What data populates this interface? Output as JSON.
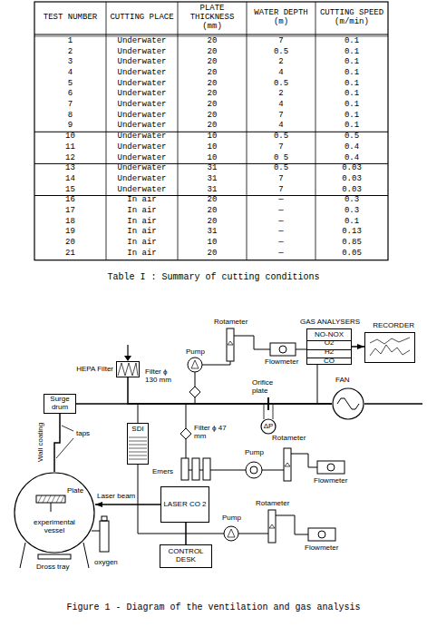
{
  "diagram": {
    "caption": "Figure 1 - Diagram of the ventilation and gas analysis",
    "nodes": [
      {
        "text": [
          "GAS ANALYSERS"
        ]
      },
      {
        "text": [
          "NO-NOX"
        ],
        "in": 0
      },
      {
        "text": [
          "O2"
        ],
        "in": 0
      },
      {
        "text": [
          "H2"
        ],
        "in": 0
      },
      {
        "text": [
          "CO"
        ],
        "in": 0
      },
      {
        "text": [
          "RECORDER"
        ]
      },
      {
        "text": [
          "HEPA Filter"
        ]
      },
      {
        "text": [
          "Surge drum"
        ]
      },
      {
        "text": [
          "FAN"
        ]
      },
      {
        "text": [
          "ΔP"
        ]
      },
      {
        "text": [
          "SDI"
        ]
      },
      {
        "text": [
          "experimental vessel"
        ]
      },
      {
        "text": [
          "LASER CO 2"
        ]
      },
      {
        "text": [
          "CONTROL DESK"
        ]
      }
    ],
    "edges": [
      {
        "from": 0,
        "to": 5,
        "arrow": "to"
      },
      {
        "from": 11,
        "to": 7,
        "arrow": "none"
      },
      {
        "from": 7,
        "to": 8,
        "arrow": "none"
      },
      {
        "from": 6,
        "to": 8,
        "arrow": "none"
      },
      {
        "from": 12,
        "to": 11,
        "arrow": "to",
        "label": "Laser beam"
      },
      {
        "from": 13,
        "to": 12,
        "arrow": "none"
      }
    ],
    "labels": [
      "TEST NUMBER",
      "CUTTING PLACE",
      "PLATE THICKNESS (mm)",
      "WATER DEPTH (m)",
      "CUTTING SPEED (m/min)",
      "1",
      "Underwater",
      "20",
      "7",
      "0.1",
      "2",
      "Underwater",
      "20",
      "0.5",
      "0.1",
      "3",
      "Underwater",
      "20",
      "2",
      "0.1",
      "4",
      "Underwater",
      "20",
      "4",
      "0.1",
      "5",
      "Underwater",
      "20",
      "0.5",
      "0.1",
      "6",
      "Underwater",
      "20",
      "2",
      "0.1",
      "7",
      "Underwater",
      "20",
      "4",
      "0.1",
      "8",
      "Underwater",
      "20",
      "7",
      "0.1",
      "9",
      "Underwater",
      "20",
      "4",
      "0.1",
      "10",
      "Underwater",
      "10",
      "0.5",
      "0.5",
      "11",
      "Underwater",
      "10",
      "7",
      "0.4",
      "12",
      "Underwater",
      "10",
      "0 5",
      "0.4",
      "13",
      "Underwater",
      "31",
      "0.5",
      "0.03",
      "14",
      "Underwater",
      "31",
      "7",
      "0.03",
      "15",
      "Underwater",
      "31",
      "7",
      "0.03",
      "16",
      "In air",
      "20",
      "—",
      "0.3",
      "17",
      "In air",
      "20",
      "—",
      "0.3",
      "18",
      "In air",
      "20",
      "—",
      "0.1",
      "19",
      "In air",
      "31",
      "—",
      "0.13",
      "20",
      "In air",
      "10",
      "—",
      "0.85",
      "21",
      "In air",
      "20",
      "—",
      "0.05",
      "Table I : Summary of cutting conditions",
      "Rotameter",
      "Flowmeter",
      "Pump",
      "Filter ϕ 130 mm",
      "Orifice plate",
      "Filter ϕ 47 mm",
      "Emers",
      "Pump",
      "Rotameter",
      "Flowmeter",
      "Pump",
      "Rotameter",
      "Flowmeter",
      "taps",
      "Wall coating",
      "Plate",
      "Dross tray",
      "oxygen"
    ]
  }
}
